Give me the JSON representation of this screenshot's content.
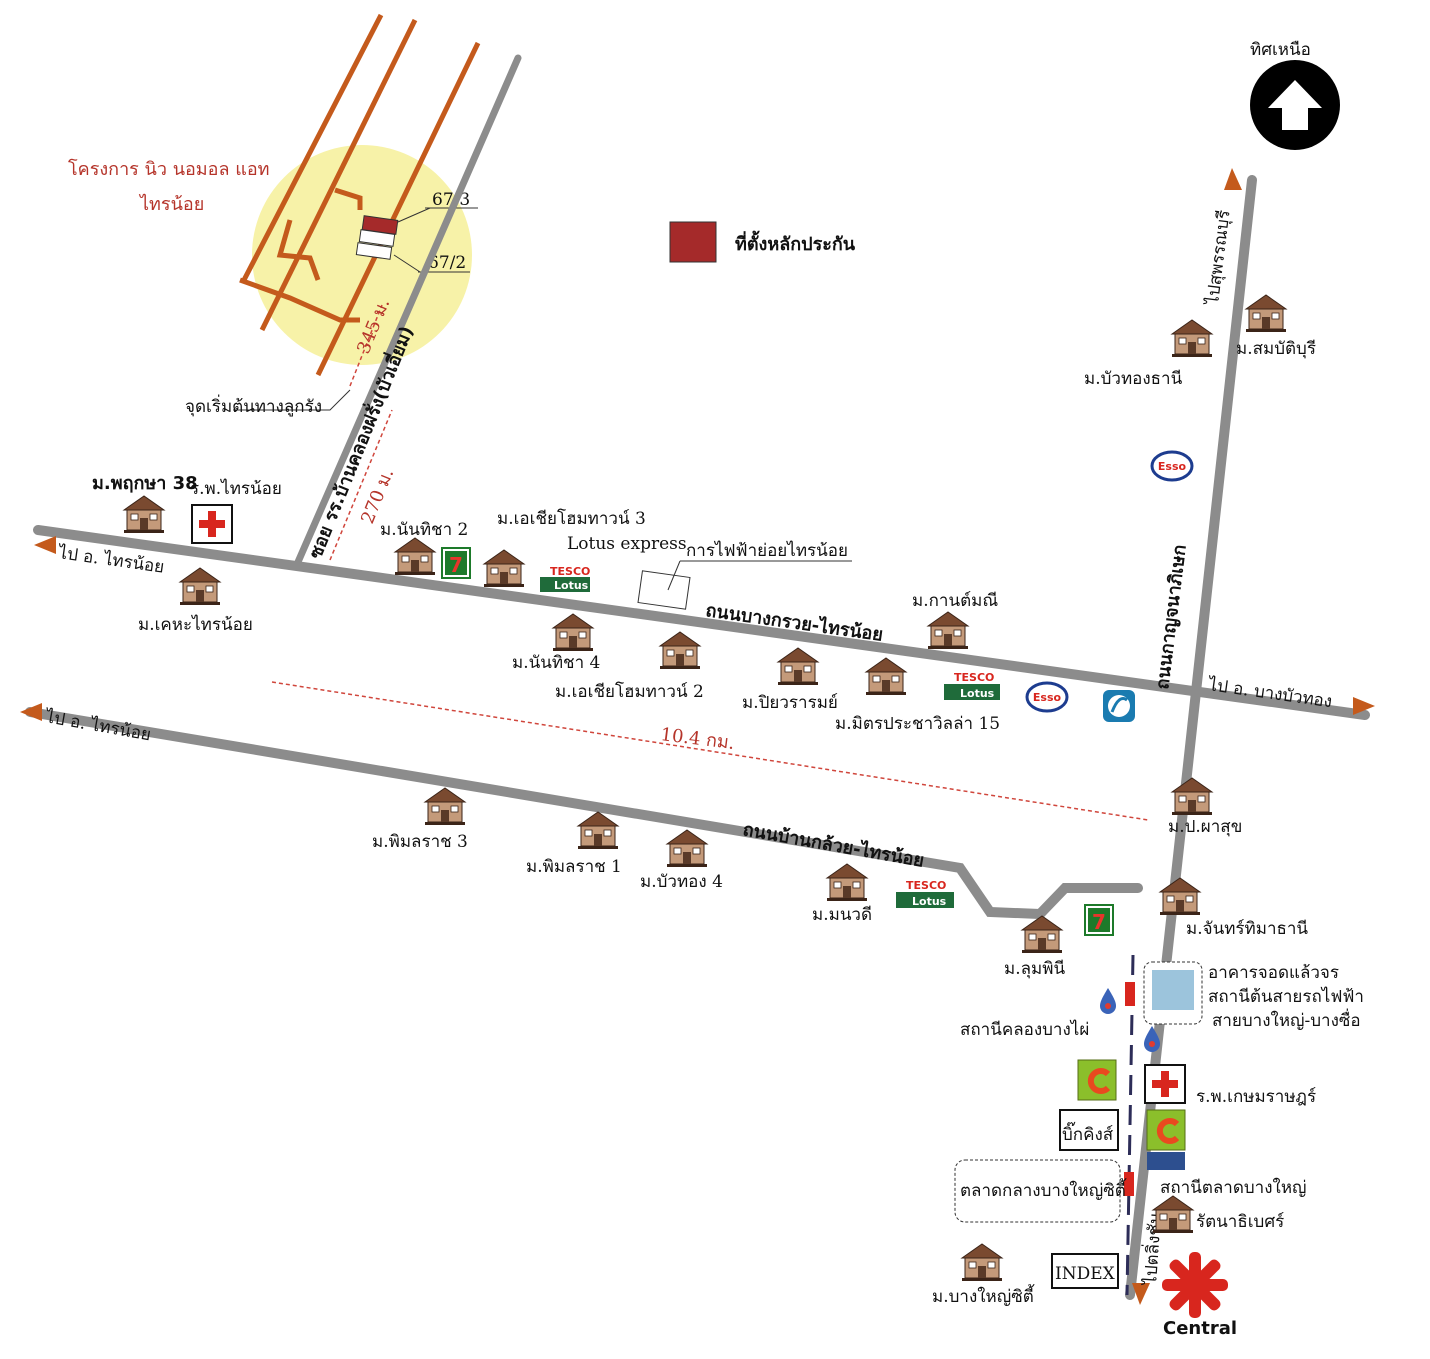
{
  "north": {
    "label": "ทิศเหนือ"
  },
  "legend": {
    "label": "ที่ตั้งหลักประกัน",
    "color": "#a52a2a"
  },
  "project": {
    "line1": "โครงการ นิว นอมอล แอท",
    "line2": "ไทรน้อย"
  },
  "plots": {
    "plot_a": "67/3",
    "plot_b": "67/2"
  },
  "distances": {
    "d1": "345 ม.",
    "d2": "270 ม.",
    "d3": "10.4 กม."
  },
  "roads": {
    "soi": "ซอย รร.บ้านคลองฝรั่ง(บัวเอี่ยม)",
    "bang_kruai": "ถนนบางกรวย-ไทรน้อย",
    "ban_kluai": "ถนนบ้านกล้วย-ไทรน้อย",
    "kanchana": "ถนนกาญจนาภิเษก"
  },
  "directions": {
    "to_sai_noi_1": "ไป อ. ไทรน้อย",
    "to_sai_noi_2": "ไป อ. ไทรน้อย",
    "to_bang_bua_thong": "ไป อ. บางบัวทอง",
    "to_suphan": "ไปสุพรรณบุรี",
    "to_taling_chan": "ไปตลิ่งชัน"
  },
  "places": {
    "start_point": "จุดเริ่มต้นทางลูกรัง",
    "phruksa": "ม.พฤกษา 38",
    "rp_sai_noi": "ร.พ.ไทรน้อย",
    "kheha": "ม.เคหะไทรน้อย",
    "nantisha2": "ม.นันทิชา 2",
    "asia3": "ม.เอเชียโฮมทาวน์ 3",
    "lotus_express": "Lotus express",
    "pea": "การไฟฟ้าย่อยไทรน้อย",
    "nantisha4": "ม.นันทิชา 4",
    "asia2": "ม.เอเชียโฮมทาวน์ 2",
    "piyawaram": "ม.ปิยวรารมย์",
    "kanmanee": "ม.กานต์มณี",
    "mitr": "ม.มิตรประชาวิลล่า 15",
    "buathong_thani": "ม.บัวทองธานี",
    "sombat": "ม.สมบัติบุรี",
    "pimol3": "ม.พิมลราช 3",
    "pimol1": "ม.พิมลราช 1",
    "buathong4": "ม.บัวทอง 4",
    "manawadee": "ม.มนวดี",
    "phasuk": "ม.ป.ผาสุข",
    "jantima": "ม.จันทร์ทิมาธานี",
    "lumpini": "ม.ลุมพินี",
    "park1": "อาคารจอดแล้วจร",
    "park2": "สถานีต้นสายรถไฟฟ้า",
    "park3": "สายบางใหญ่-บางซื่อ",
    "khlong_bang_phai": "สถานีคลองบางไผ่",
    "rp_kasem": "ร.พ.เกษมราษฎร์",
    "big_king": "บิ๊กคิงส์",
    "market": "ตลาดกลางบางใหญ่ซิตี้",
    "talad_bang_yai": "สถานีตลาดบางใหญ่",
    "rattanathibet": "รัตนาธิเบศร์",
    "bang_yai_city": "ม.บางใหญ่ซิตี้",
    "index": "INDEX",
    "central": "Central"
  },
  "brands": {
    "tesco": "TESCO",
    "lotus": "Lotus",
    "esso": "Esso"
  },
  "colors": {
    "road": "#8c8c8c",
    "plan": "#c45a1c",
    "highlight": "#f7f2a8",
    "dist": "#d0463c"
  }
}
